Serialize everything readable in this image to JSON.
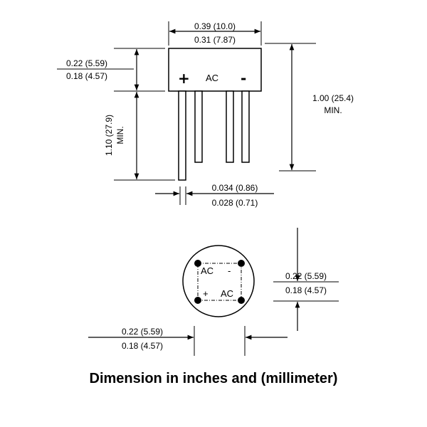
{
  "side_view": {
    "body_width_max": "0.39 (10.0)",
    "body_width_min": "0.31 (7.87)",
    "body_height_max": "0.22 (5.59)",
    "body_height_min": "0.18 (4.57)",
    "overall_height": "1.00 (25.4)",
    "overall_height_note": "MIN.",
    "lead_length": "1.10 (27.9)",
    "lead_length_note": "MIN.",
    "lead_width_max": "0.034 (0.86)",
    "lead_width_min": "0.028 (0.71)",
    "pin_plus": "+",
    "pin_ac": "AC",
    "pin_minus": "-"
  },
  "bottom_view": {
    "label_ac_top": "AC",
    "label_minus": "-",
    "label_plus": "+",
    "label_ac_bottom": "AC",
    "vertical_spacing_max": "0.22 (5.59)",
    "vertical_spacing_min": "0.18 (4.57)",
    "horizontal_spacing_max": "0.22 (5.59)",
    "horizontal_spacing_min": "0.18 (4.57)"
  },
  "caption": "Dimension in inches and (millimeter)"
}
